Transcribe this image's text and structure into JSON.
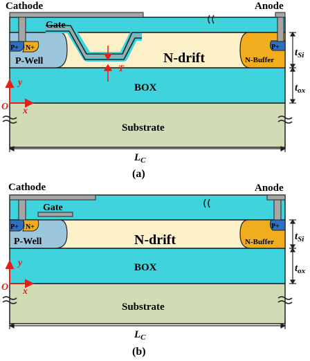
{
  "panel_a": {
    "cathode": "Cathode",
    "anode": "Anode",
    "gate": "Gate",
    "p_plus_left": "P+",
    "n_plus": "N+",
    "p_well": "P-Well",
    "n_drift": "N-drift",
    "n_buffer": "N-Buffer",
    "p_plus_right": "P+",
    "box": "BOX",
    "substrate": "Substrate",
    "t_si_main": "t",
    "t_si_sub": "Si",
    "t_ox_main": "t",
    "t_ox_sub": "ox",
    "length_main": "L",
    "length_sub": "C",
    "trench_depth": "T",
    "axis_y": "y",
    "axis_x": "x",
    "origin": "O",
    "caption": "(a)"
  },
  "panel_b": {
    "cathode": "Cathode",
    "anode": "Anode",
    "gate": "Gate",
    "p_plus_left": "P+",
    "n_plus": "N+",
    "p_well": "P-Well",
    "n_drift": "N-drift",
    "n_buffer": "N-Buffer",
    "p_plus_right": "P+",
    "box": "BOX",
    "substrate": "Substrate",
    "t_si_main": "t",
    "t_si_sub": "Si",
    "t_ox_main": "t",
    "t_ox_sub": "ox",
    "length_main": "L",
    "length_sub": "C",
    "axis_y": "y",
    "axis_x": "x",
    "origin": "O",
    "caption": "(b)"
  },
  "colors": {
    "oxide": "#3fd3de",
    "box": "#3fd3de",
    "substrate": "#d2dcb4",
    "n_drift": "#fbf0c8",
    "p_well": "#9cc6db",
    "n_buffer": "#f1ad1e",
    "n_plus": "#f1ad1e",
    "p_plus": "#2f6fc0",
    "metal": "#a6a6a6",
    "axis": "#e0201b"
  }
}
